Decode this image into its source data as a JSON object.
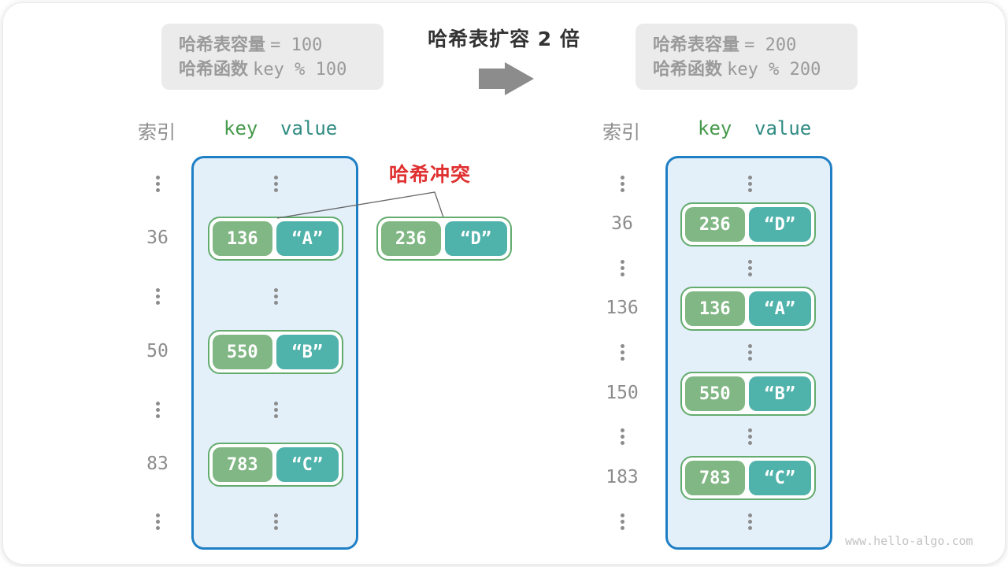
{
  "header": {
    "title": "哈希表扩容 2 倍",
    "arrow_icon": "right-arrow"
  },
  "info_box_left": {
    "line1_label": "哈希表容量",
    "line1_value": "= 100",
    "line2_label": "哈希函数",
    "line2_value": "key % 100"
  },
  "info_box_right": {
    "line1_label": "哈希表容量",
    "line1_value": "= 200",
    "line2_label": "哈希函数",
    "line2_value": "key % 200"
  },
  "left_table": {
    "header": {
      "index": "索引",
      "key": "key",
      "value": "value"
    },
    "rows": [
      {
        "index": "36",
        "key": "136",
        "value": "“A”"
      },
      {
        "index": "50",
        "key": "550",
        "value": "“B”"
      },
      {
        "index": "83",
        "key": "783",
        "value": "“C”"
      }
    ]
  },
  "collision": {
    "label": "哈希冲突",
    "pair": {
      "key": "236",
      "value": "“D”"
    }
  },
  "right_table": {
    "header": {
      "index": "索引",
      "key": "key",
      "value": "value"
    },
    "rows": [
      {
        "index": "36",
        "key": "236",
        "value": "“D”"
      },
      {
        "index": "136",
        "key": "136",
        "value": "“A”"
      },
      {
        "index": "150",
        "key": "550",
        "value": "“B”"
      },
      {
        "index": "183",
        "key": "783",
        "value": "“C”"
      }
    ]
  },
  "watermark": "www.hello-algo.com",
  "icons": {
    "arrow": "right-arrow-icon",
    "ellipsis": "vertical-ellipsis-icon"
  },
  "colors": {
    "table_bg": "#e3eff9",
    "table_border": "#1f7fc4",
    "key_green": "#81b784",
    "value_teal": "#4fb2ab",
    "pair_border": "#63ac6e",
    "collision_red": "#e03131",
    "gray_text": "#9a9a9a",
    "arrow_gray": "#8c8c8c",
    "info_box_bg": "#ebebeb"
  }
}
